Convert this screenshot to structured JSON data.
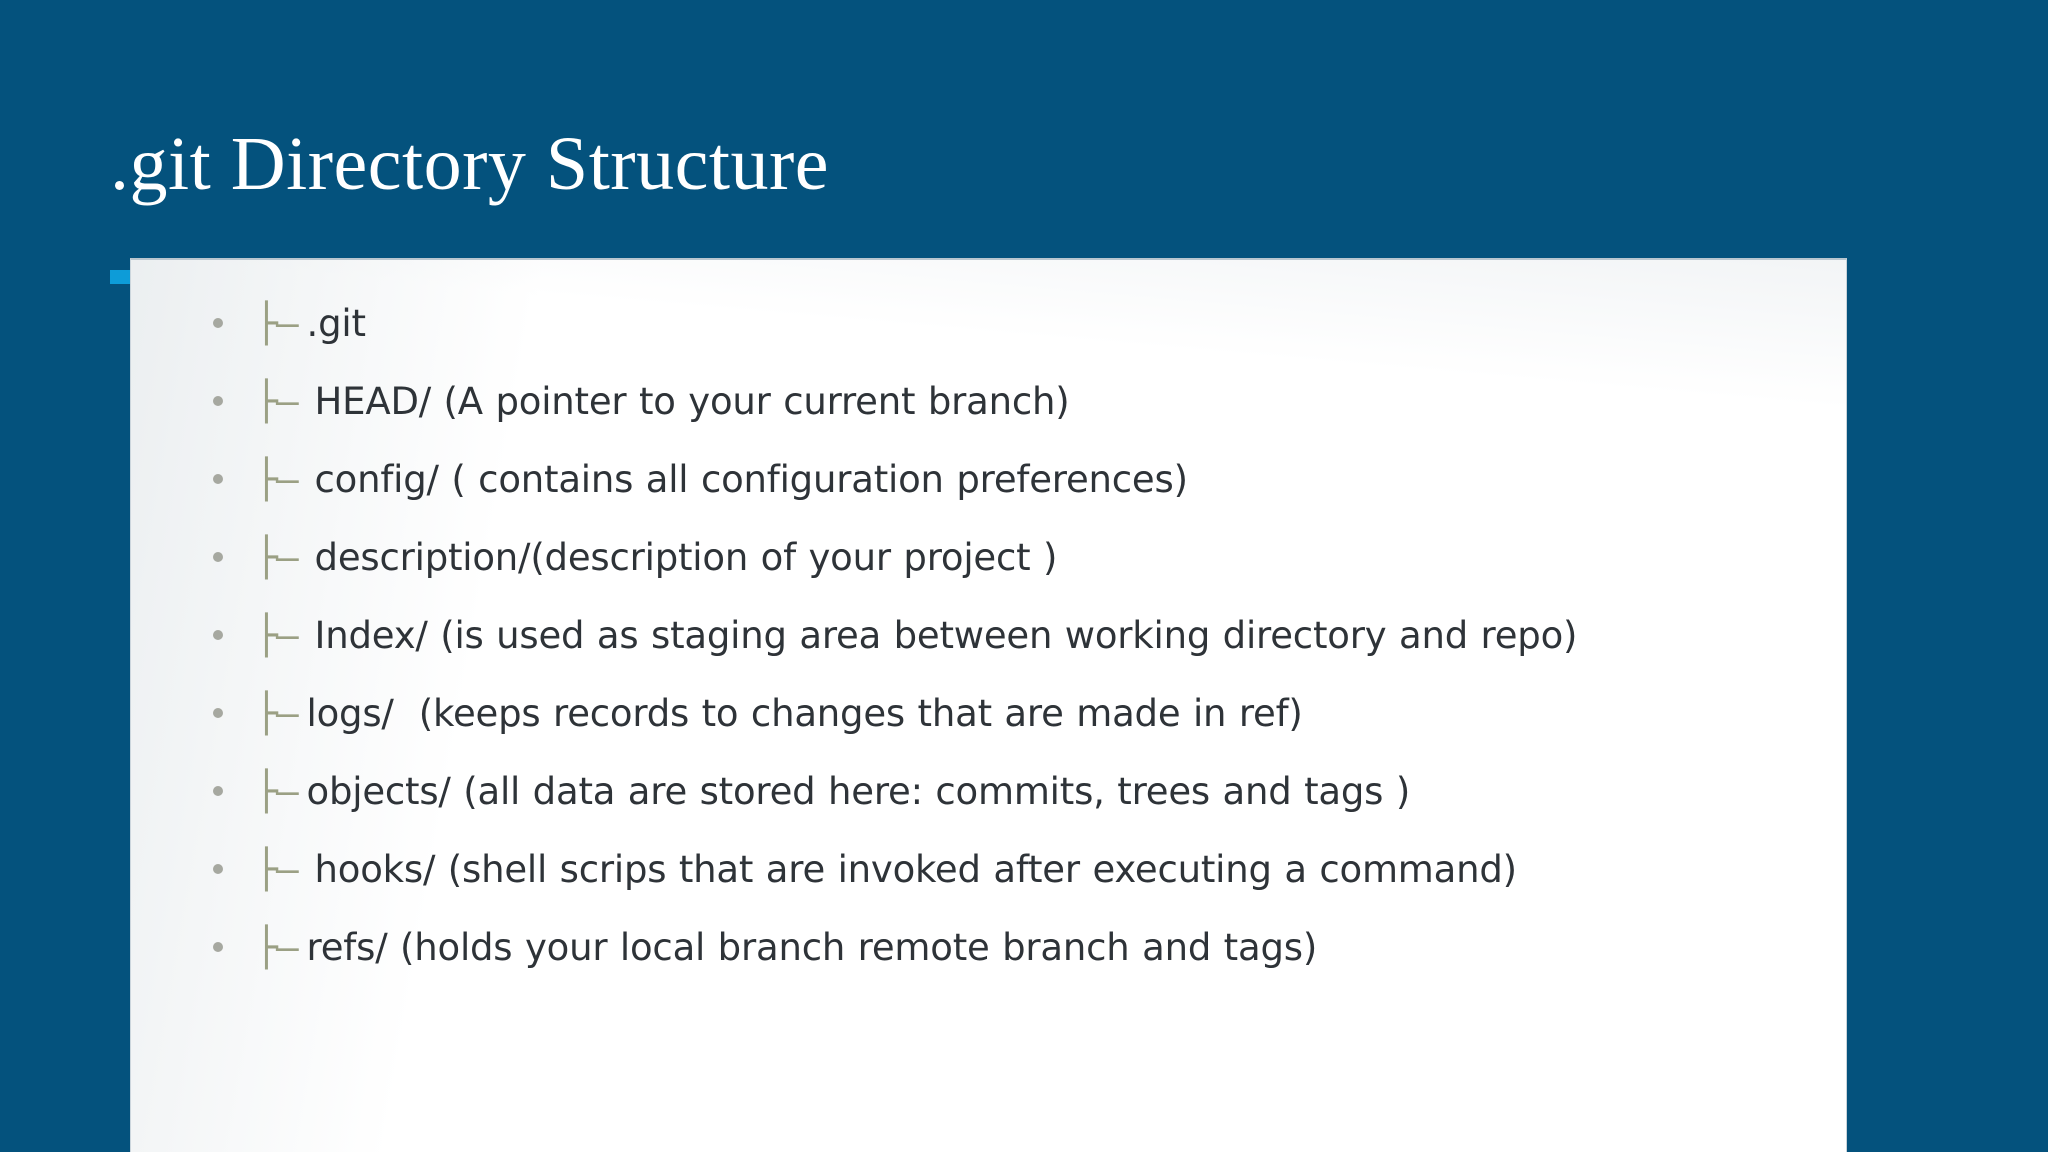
{
  "slide": {
    "title": ".git Directory Structure",
    "background_color": "#04527d",
    "accent_color": "#0d9cd8",
    "card_color": "#ffffff",
    "body_text_color": "#2e3338",
    "tree_glyph_color": "#9ba084",
    "bullet_color": "#a6a8a0"
  },
  "tree": {
    "items": [
      {
        "glyph": "├—",
        "gap": "none",
        "text": ".git"
      },
      {
        "glyph": "├—",
        "gap": "wide",
        "text": "HEAD/ (A pointer to your current branch)"
      },
      {
        "glyph": "├—",
        "gap": "wide",
        "text": "config/ ( contains all configuration preferences)"
      },
      {
        "glyph": "├—",
        "gap": "wide",
        "text": "description/(description of your project )"
      },
      {
        "glyph": "├—",
        "gap": "wide",
        "text": "Index/ (is used as staging area between working directory and repo)"
      },
      {
        "glyph": "├—",
        "gap": "none",
        "text": "logs/  (keeps records to changes that are made in ref)"
      },
      {
        "glyph": "├—",
        "gap": "none",
        "text": "objects/ (all data are stored here: commits, trees and tags )"
      },
      {
        "glyph": "├—",
        "gap": "wide",
        "text": "hooks/ (shell scrips that are invoked after executing a command)"
      },
      {
        "glyph": "├—",
        "gap": "none",
        "text": "refs/ (holds your local branch remote branch and tags)"
      }
    ]
  }
}
